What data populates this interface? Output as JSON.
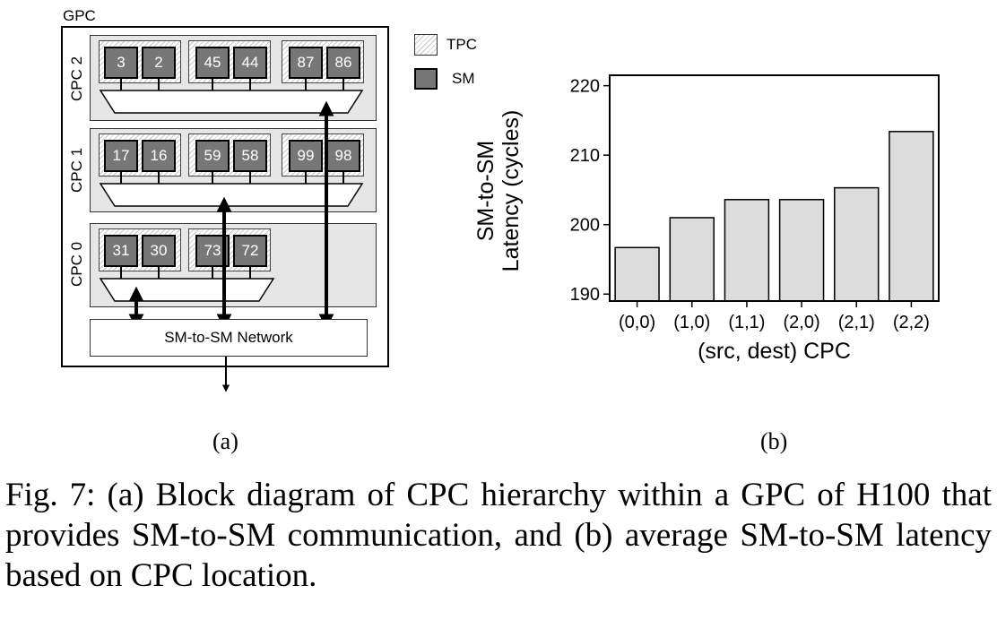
{
  "diagram": {
    "gpc_label": "GPC",
    "legend": [
      {
        "label": "TPC",
        "kind": "tpc"
      },
      {
        "label": "SM",
        "kind": "sm"
      }
    ],
    "cpcs": [
      {
        "label": "CPC 2",
        "tpcs": [
          [
            "3",
            "2"
          ],
          [
            "45",
            "44"
          ],
          [
            "87",
            "86"
          ]
        ]
      },
      {
        "label": "CPC 1",
        "tpcs": [
          [
            "17",
            "16"
          ],
          [
            "59",
            "58"
          ],
          [
            "99",
            "98"
          ]
        ]
      },
      {
        "label": "CPC 0",
        "tpcs": [
          [
            "31",
            "30"
          ],
          [
            "73",
            "72"
          ]
        ]
      }
    ],
    "network_label": "SM-to-SM Network",
    "panel_label": "(a)"
  },
  "chart_data": {
    "type": "bar",
    "categories": [
      "(0,0)",
      "(1,0)",
      "(1,1)",
      "(2,0)",
      "(2,1)",
      "(2,2)"
    ],
    "values": [
      196.7,
      201.0,
      203.6,
      203.6,
      205.3,
      213.4
    ],
    "xlabel": "(src, dest) CPC",
    "ylabel_lines": [
      "SM-to-SM",
      "Latency (cycles)"
    ],
    "ylim": [
      189,
      221.5
    ],
    "yticks": [
      190,
      200,
      210,
      220
    ],
    "bar_color": "#dcdcdc",
    "grid": false,
    "panel_label": "(b)"
  },
  "caption": "Fig. 7: (a) Block diagram of CPC hierarchy within a GPC of H100 that provides SM-to-SM communication, and (b) average SM-to-SM latency based on CPC location."
}
